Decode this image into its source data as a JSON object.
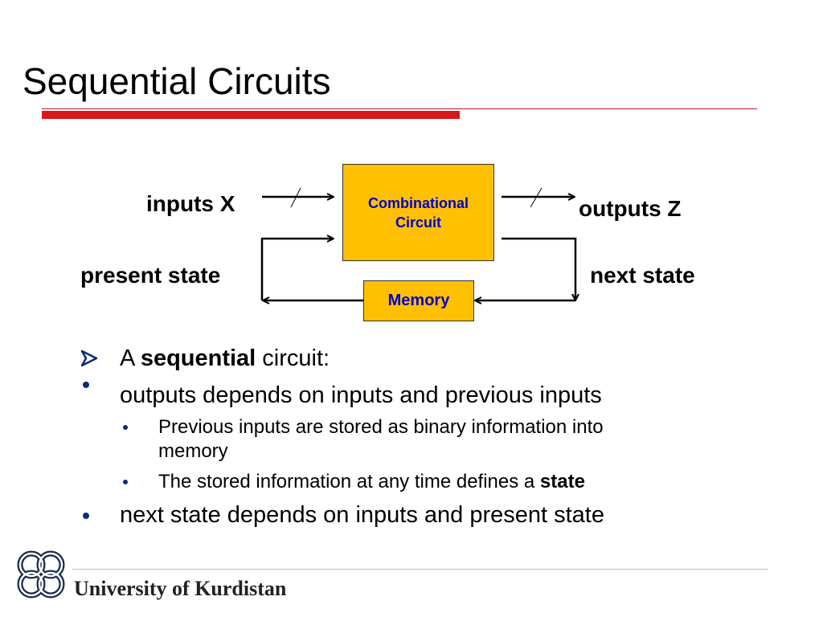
{
  "slide": {
    "title": "Sequential Circuits"
  },
  "diagram": {
    "inputs_label": "inputs X",
    "outputs_label": "outputs Z",
    "present_state_label": "present state",
    "next_state_label": "next state",
    "combinational_line1": "Combinational",
    "combinational_line2": "Circuit",
    "memory_label": "Memory"
  },
  "bullets": {
    "b1_prefix": "A ",
    "b1_bold": "sequential",
    "b1_suffix": " circuit:",
    "b2": "outputs depends on inputs and previous inputs",
    "b2a_line1": "Previous inputs are stored as binary information into",
    "b2a_line2": "memory",
    "b2b_prefix": "The stored information at any time defines a ",
    "b2b_bold": "state",
    "b3": "next state depends on inputs and present state"
  },
  "footer": {
    "university": "University of Kurdistan"
  },
  "colors": {
    "accent_red": "#d7191c",
    "box_fill": "#ffc000",
    "box_text": "#0000cc",
    "bullet_blue": "#0b2c7a"
  }
}
